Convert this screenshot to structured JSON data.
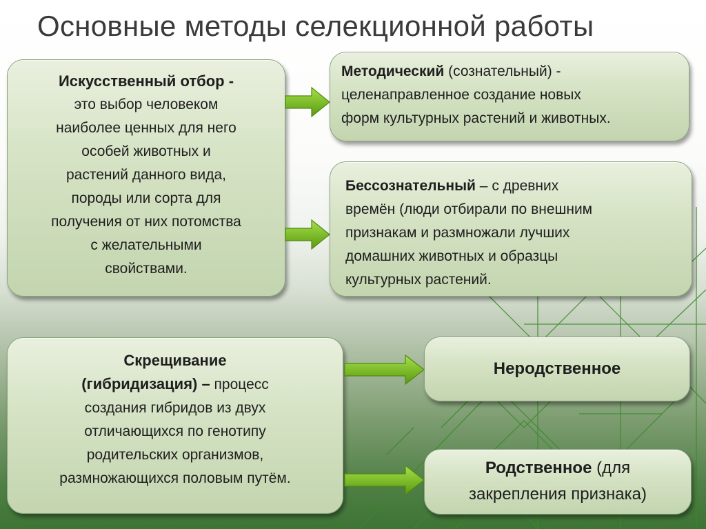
{
  "title": "Основные методы селекционной работы",
  "artificial_selection": {
    "heading": "Искусственный отбор -",
    "lines": [
      "это выбор человеком",
      "наиболее ценных для него",
      "особей животных и",
      "растений данного вида,",
      "породы или сорта для",
      "получения от них потомства",
      "с желательными",
      "свойствами."
    ]
  },
  "methodical": {
    "term": "Методический",
    "line1_rest": " (сознательный) -",
    "lines": [
      "целенаправленное создание новых",
      "форм культурных растений и животных."
    ]
  },
  "unconscious": {
    "term": "Бессознательный",
    "dash": " – ",
    "line1_rest": "с древних",
    "lines": [
      "времён (люди отбирали по внешним",
      "признакам и размножали лучших",
      "домашних животных и образцы",
      "культурных растений."
    ]
  },
  "crossing": {
    "term1": "Скрещивание",
    "term2": "(гибридизация) –",
    "line2_rest": " процесс",
    "lines": [
      "создания гибридов из двух",
      "отличающихся по генотипу",
      "родительских организмов,",
      "размножающихся половым путём."
    ]
  },
  "unrelated": {
    "label": "Неродственное"
  },
  "related": {
    "term": "Родственное",
    "line1_rest": " (для",
    "line2": "закрепления признака)"
  },
  "colors": {
    "box_fill_top": "#e9f0de",
    "box_fill_bottom": "#c3d5af",
    "arrow": "#7fbf1f",
    "background_green": "#3d7434",
    "title_text": "#3a3a3a"
  }
}
